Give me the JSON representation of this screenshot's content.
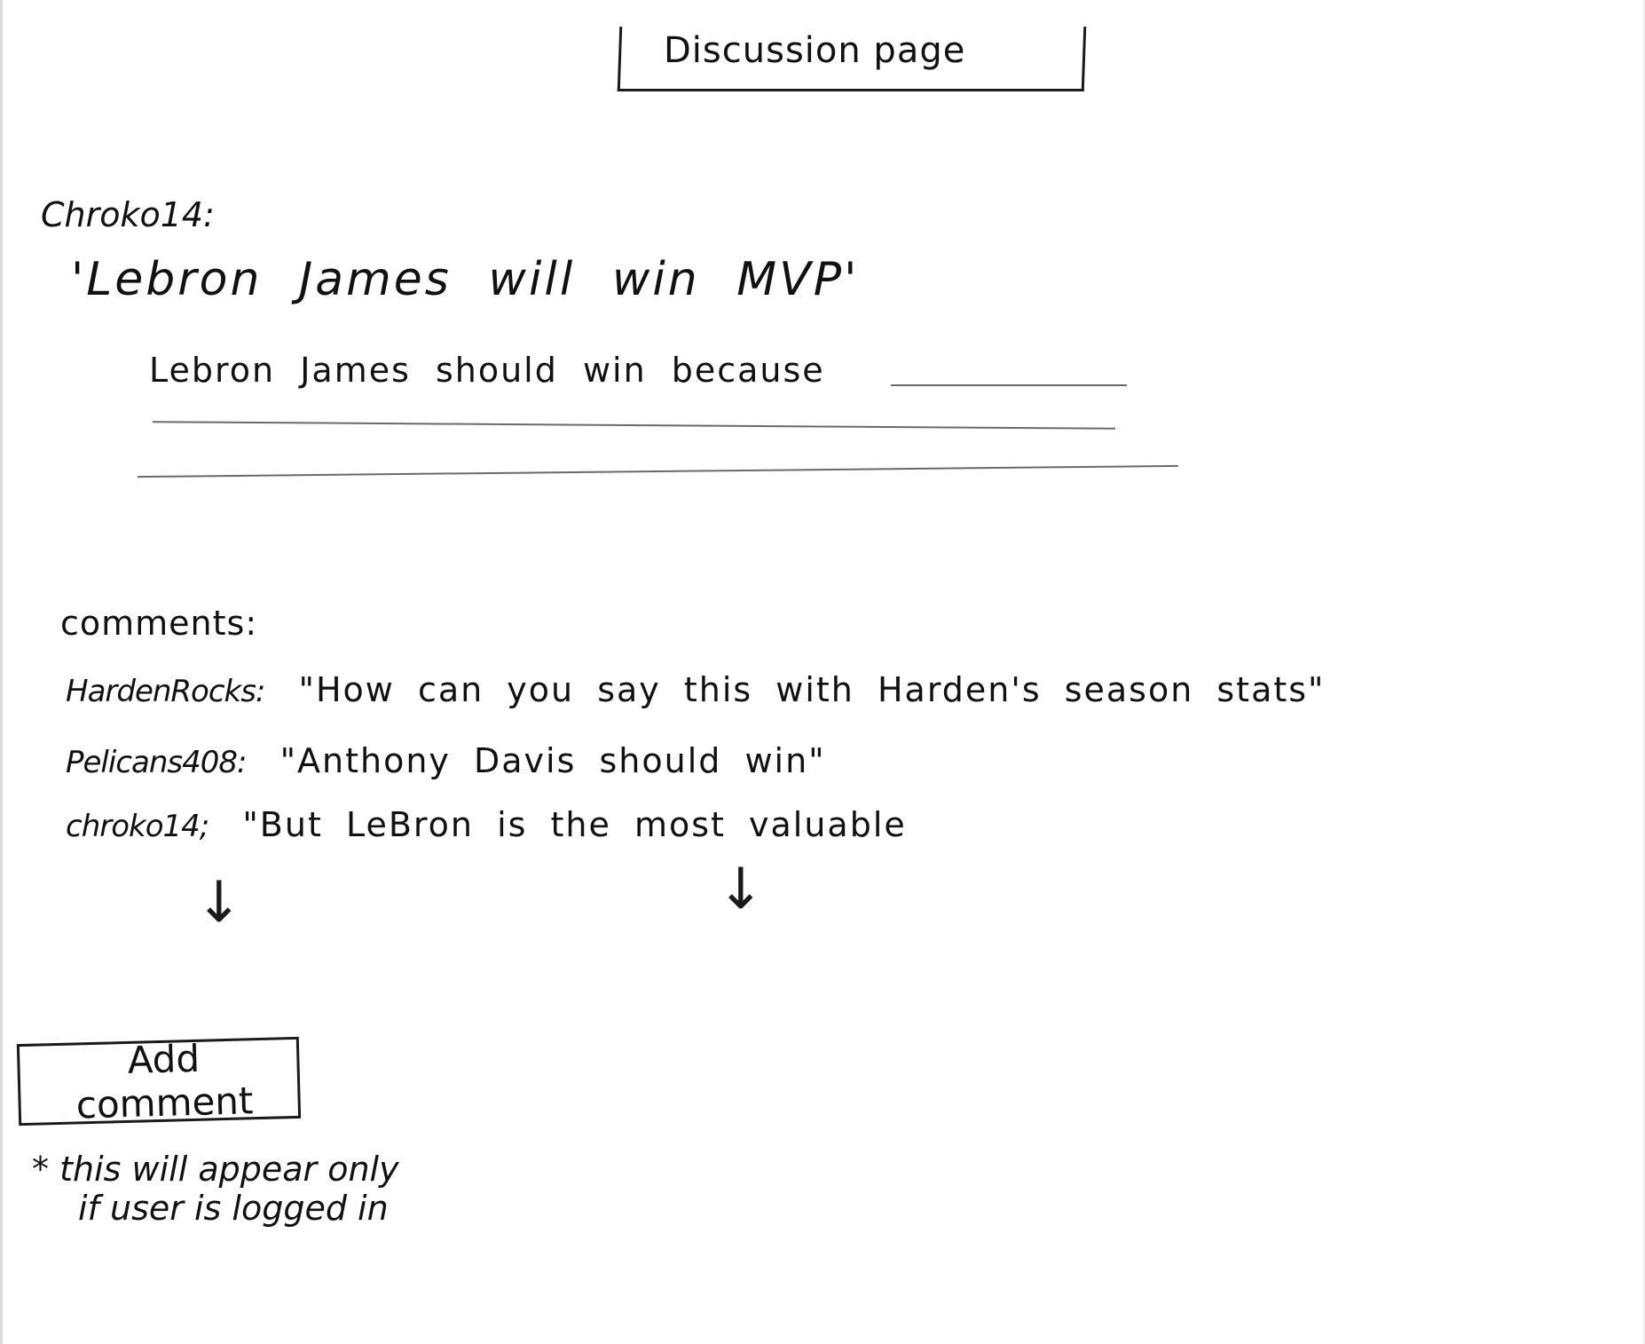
{
  "page": {
    "title": "Discussion page"
  },
  "post": {
    "author": "Chroko14:",
    "title": "'Lebron James will win MVP'",
    "body": "Lebron James should win because"
  },
  "comments": {
    "heading": "comments:",
    "items": [
      {
        "user": "HardenRocks:",
        "text": "\"How can you say this with Harden's season stats\""
      },
      {
        "user": "Pelicans408:",
        "text": "\"Anthony Davis should win\""
      },
      {
        "user": "chroko14;",
        "text": "\"But LeBron is the most valuable"
      }
    ]
  },
  "icons": {
    "arrow_left": "down-arrow-icon",
    "arrow_right": "down-arrow-icon"
  },
  "add_comment": {
    "label": "Add comment",
    "note_line1": "* this will appear only",
    "note_line2": "if user is logged in"
  }
}
